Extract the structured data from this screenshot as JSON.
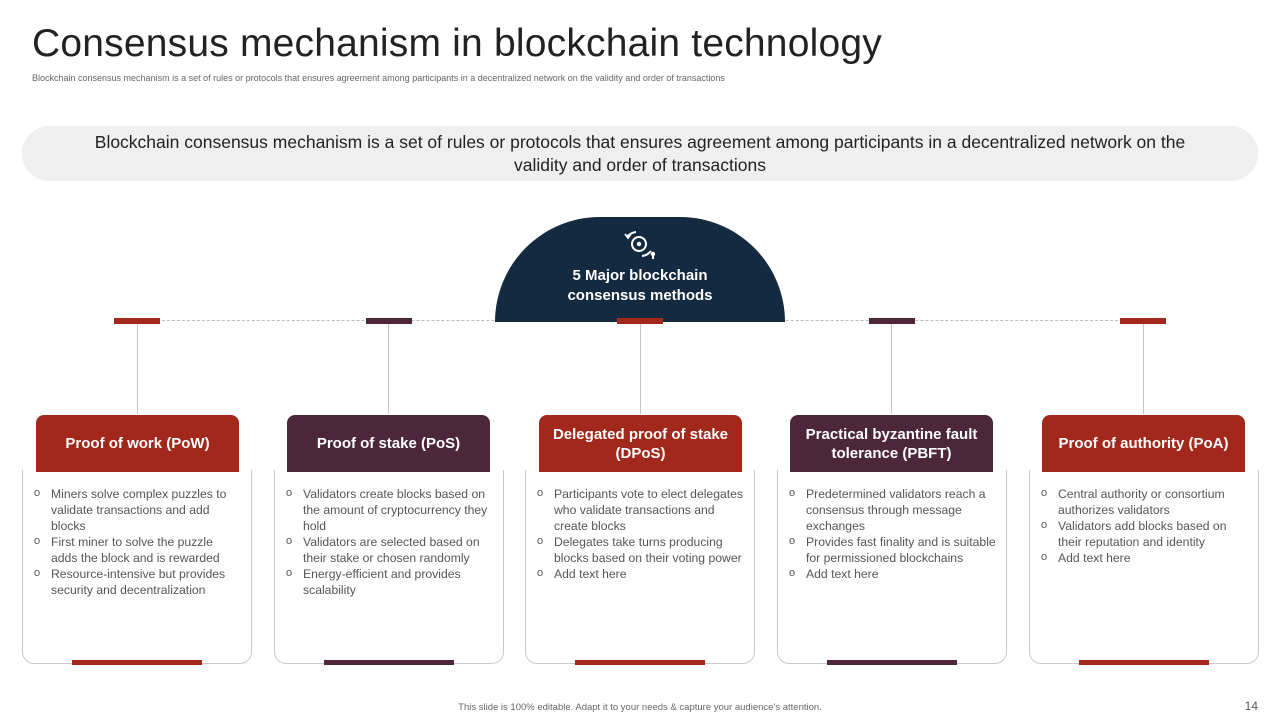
{
  "slide": {
    "title": "Consensus mechanism in blockchain technology",
    "subtitle": "Blockchain consensus mechanism is a set of rules or protocols that ensures agreement among participants in a decentralized network on the validity and order of transactions",
    "banner_text": "Blockchain consensus mechanism is a set of rules or protocols that ensures agreement among participants in a decentralized network on the validity and order of transactions",
    "center_label": "5 Major blockchain consensus methods",
    "center_icon": "consensus-cycle-icon",
    "footer": "This slide is 100% editable. Adapt it to your needs & capture your audience’s attention.",
    "page_number": "14"
  },
  "colors": {
    "red": "#a1281a",
    "plum": "#4b2739",
    "navy": "#142a40",
    "banner_bg": "#efefef"
  },
  "methods": [
    {
      "title": "Proof of work (PoW)",
      "color": "red",
      "points": [
        "Miners solve complex puzzles to validate transactions and add blocks",
        "First miner to solve the puzzle adds the block and is rewarded",
        "Resource-intensive but provides security and decentralization"
      ]
    },
    {
      "title": "Proof of stake (PoS)",
      "color": "plum",
      "points": [
        "Validators create blocks based on the amount of cryptocurrency they hold",
        "Validators are selected based on their stake or chosen randomly",
        "Energy-efficient and provides scalability"
      ]
    },
    {
      "title": "Delegated proof of stake (DPoS)",
      "color": "red",
      "points": [
        "Participants vote to elect delegates who validate transactions and create blocks",
        "Delegates take turns producing blocks based on their voting power",
        "Add text here"
      ]
    },
    {
      "title": "Practical byzantine fault tolerance (PBFT)",
      "color": "plum",
      "points": [
        "Predetermined validators reach a consensus through message exchanges",
        "Provides fast finality and is suitable for permissioned blockchains",
        "Add text here"
      ]
    },
    {
      "title": "Proof of authority (PoA)",
      "color": "red",
      "points": [
        "Central authority or consortium authorizes validators",
        "Validators add blocks based on their reputation and identity",
        "Add text here"
      ]
    }
  ]
}
